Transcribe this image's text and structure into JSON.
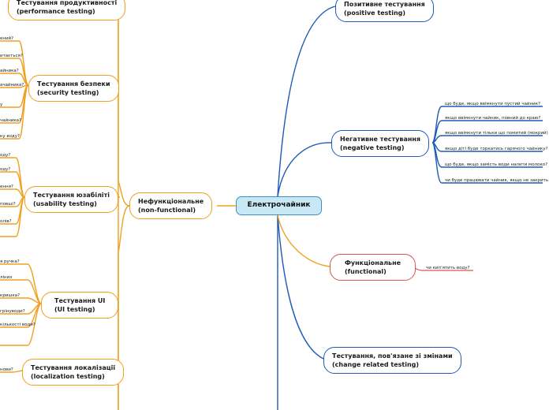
{
  "center": "Електрочайник",
  "right": [
    {
      "l1": "Позитивне тестування",
      "l2": "(positive testing)"
    },
    {
      "l1": "Негативне тестування",
      "l2": "(negative testing)"
    },
    {
      "l1": "Функціональне",
      "l2": "(functional)"
    },
    {
      "l1": "Тестування, пов'язане зі змінами",
      "l2": "(change related testing)"
    }
  ],
  "negative_leaves": [
    "що буде, якщо ввімкнути пустий чайник?",
    "якщо ввімкнути чайник, повний до краю?",
    "якщо ввімкнути тільки що помитий (мокрий)",
    "якщо діті буде торкатись гарячого чайнику?",
    "що буде, якщо замість води налити молоко?",
    "чи буде працювати чайник, якщо не закрить"
  ],
  "functional_leaves": [
    "чи кип'ятить воду?"
  ],
  "left_main": {
    "l1": "Нефункціональне",
    "l2": "(non-functional)"
  },
  "left_sub": [
    {
      "l1": "Тестування продуктивності",
      "l2": "(performance testing)"
    },
    {
      "l1": "Тестування безпеки",
      "l2": "(security testing)"
    },
    {
      "l1": "Тестування юзабіліті",
      "l2": "(usability testing)"
    },
    {
      "l1": "Тестування UI",
      "l2": "(UI testing)"
    },
    {
      "l1": "Тестування локалізації",
      "l2": "(localization testing)"
    }
  ],
  "left_leaves": [
    "ений?",
    "итається?",
    "айника?",
    "ачайника?",
    "у",
    "чайника?",
    "ку воду?",
    "оду?",
    "оду?",
    "ення?",
    "повші?",
    "олів?",
    "я ручка?",
    "ліних",
    "кришка?",
    "грінуводи?",
    "кількості води?",
    "нови?"
  ],
  "colors": {
    "blue": "#1e5bb8",
    "orange": "#f0a01e",
    "red": "#d9544f",
    "center_fill": "#c9e8f5"
  }
}
